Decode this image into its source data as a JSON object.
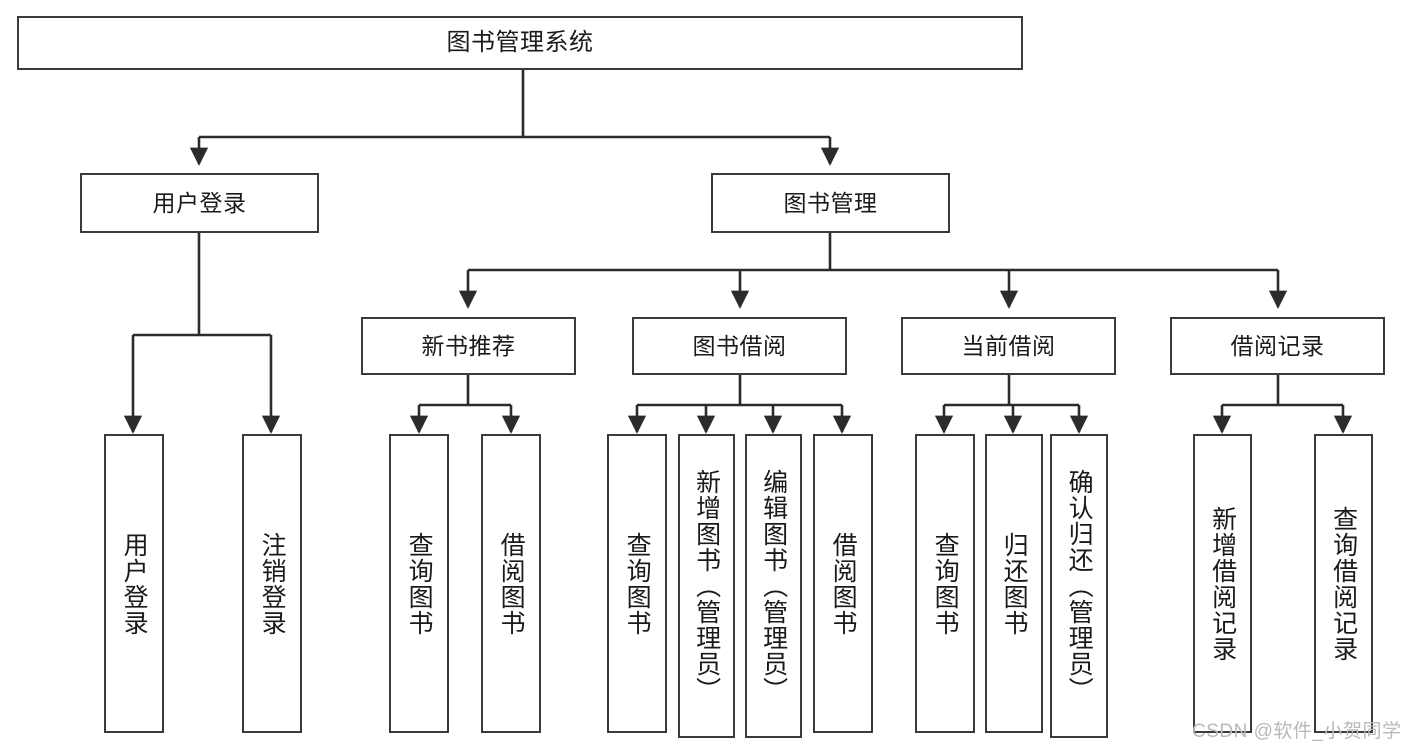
{
  "diagram": {
    "title": "图书管理系统",
    "type": "tree-hierarchy",
    "watermark": "CSDN @软件_小贺同学",
    "colors": {
      "box_border": "#3a3a3a",
      "box_fill": "#ffffff",
      "edge": "#2b2b2b",
      "text": "#1a1a1a",
      "watermark": "#b9b9b9",
      "background": "#ffffff"
    },
    "nodes": {
      "root": {
        "label": "图书管理系统"
      },
      "level2": [
        {
          "id": "user-login",
          "label": "用户登录"
        },
        {
          "id": "book-management",
          "label": "图书管理"
        }
      ],
      "level3": [
        {
          "id": "new-book-recommend",
          "label": "新书推荐"
        },
        {
          "id": "book-borrow",
          "label": "图书借阅"
        },
        {
          "id": "current-borrow",
          "label": "当前借阅"
        },
        {
          "id": "borrow-record",
          "label": "借阅记录"
        }
      ],
      "leaves": [
        {
          "id": "leaf-user-login",
          "label": "用户登录",
          "parent": "user-login"
        },
        {
          "id": "leaf-logout",
          "label": "注销登录",
          "parent": "user-login"
        },
        {
          "id": "leaf-query-book-1",
          "label": "查询图书",
          "parent": "new-book-recommend"
        },
        {
          "id": "leaf-borrow-book-1",
          "label": "借阅图书",
          "parent": "new-book-recommend"
        },
        {
          "id": "leaf-query-book-2",
          "label": "查询图书",
          "parent": "book-borrow"
        },
        {
          "id": "leaf-add-book",
          "label": "新增图书（管理员）",
          "parent": "book-borrow"
        },
        {
          "id": "leaf-edit-book",
          "label": "编辑图书（管理员）",
          "parent": "book-borrow"
        },
        {
          "id": "leaf-borrow-book-2",
          "label": "借阅图书",
          "parent": "book-borrow"
        },
        {
          "id": "leaf-query-book-3",
          "label": "查询图书",
          "parent": "current-borrow"
        },
        {
          "id": "leaf-return-book",
          "label": "归还图书",
          "parent": "current-borrow"
        },
        {
          "id": "leaf-confirm-return",
          "label": "确认归还（管理员）",
          "parent": "current-borrow"
        },
        {
          "id": "leaf-add-record",
          "label": "新增借阅记录",
          "parent": "borrow-record"
        },
        {
          "id": "leaf-query-record",
          "label": "查询借阅记录",
          "parent": "borrow-record"
        }
      ]
    }
  }
}
